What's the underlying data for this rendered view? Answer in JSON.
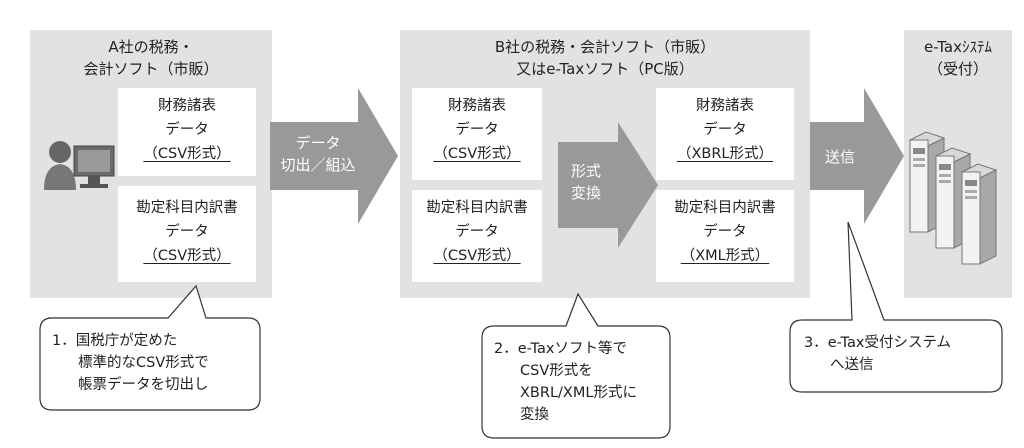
{
  "panels": {
    "a": {
      "title_line1": "A社の税務・",
      "title_line2": "会計ソフト（市販）",
      "card1": {
        "line1": "財務諸表",
        "line2": "データ",
        "line3": "（CSV形式）"
      },
      "card2": {
        "line1": "勘定科目内訳書",
        "line2": "データ",
        "line3": "（CSV形式）"
      }
    },
    "b": {
      "title_line1": "B社の税務・会計ソフト（市販）",
      "title_line2": "又はe-Taxソフト（PC版）",
      "left_card1": {
        "line1": "財務諸表",
        "line2": "データ",
        "line3": "（CSV形式）"
      },
      "left_card2": {
        "line1": "勘定科目内訳書",
        "line2": "データ",
        "line3": "（CSV形式）"
      },
      "right_card1": {
        "line1": "財務諸表",
        "line2": "データ",
        "line3": "（XBRL形式）"
      },
      "right_card2": {
        "line1": "勘定科目内訳書",
        "line2": "データ",
        "line3": "（XML形式）"
      }
    },
    "c": {
      "title_line1": "e-Taxｼｽﾃﾑ",
      "title_line2": "（受付）"
    }
  },
  "arrows": {
    "export_line1": "データ",
    "export_line2": "切出／組込",
    "convert_line1": "形式",
    "convert_line2": "変換",
    "send": "送信"
  },
  "callouts": {
    "one": {
      "line1": "1．国税庁が定めた",
      "line2": "標準的なCSV形式で",
      "line3": "帳票データを切出し"
    },
    "two": {
      "line1": "2．e-Taxソフト等で",
      "line2": "CSV形式を",
      "line3": "XBRL/XML形式に",
      "line4": "変換"
    },
    "three": {
      "line1": "3．e-Tax受付システム",
      "line2": "へ送信"
    }
  },
  "icons": {
    "user": "user-at-computer-icon",
    "server": "server-rack-icon"
  },
  "colors": {
    "panel_bg": "#e2e2e2",
    "arrow_fill": "#999999",
    "text": "#222222"
  }
}
